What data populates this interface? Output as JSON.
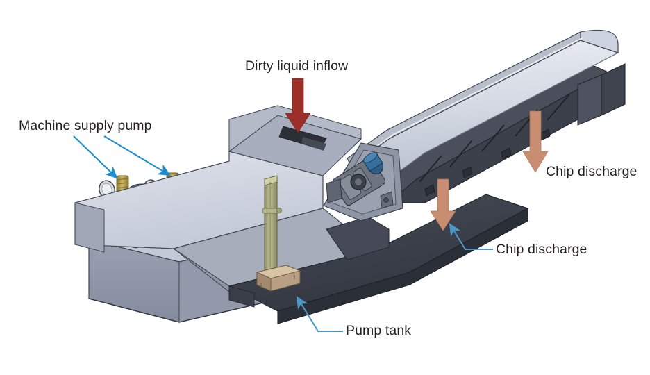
{
  "diagram": {
    "title": "Chip conveyor and coolant pump tank assembly",
    "view": "3D isometric CAD illustration",
    "background_color": "#ffffff"
  },
  "labels": {
    "dirty_liquid_inflow": "Dirty liquid inflow",
    "machine_supply_pump": "Machine supply pump",
    "chip_discharge_right": "Chip discharge",
    "chip_discharge_bottom": "Chip discharge",
    "pump_tank": "Pump tank"
  },
  "colors": {
    "label_text": "#231f20",
    "leader_line": "#1b8ed1",
    "leader_line_light": "#5a9fc4",
    "inflow_arrow": "#9c3028",
    "discharge_arrow": "#c98d72",
    "body_light": "#c9cdd8",
    "body_mid": "#9aa0b0",
    "body_dark": "#3a3f4a",
    "cover_top": "#d6dae4",
    "motor_dark": "#3c3f45",
    "brass": "#b09a4e",
    "valve_red": "#8e1f1f",
    "post_olive": "#a8a87c",
    "base_tan": "#c4a98c"
  },
  "annotations": [
    {
      "name": "dirty-liquid-inflow",
      "type": "down-arrow",
      "color": "#9c3028",
      "points_to": "settling hopper inlet"
    },
    {
      "name": "machine-supply-pump",
      "type": "leader-arrows",
      "color": "#1b8ed1",
      "count": 2,
      "points_to": "two pump motors on tank lid"
    },
    {
      "name": "chip-discharge-right",
      "type": "down-arrow",
      "color": "#c98d72",
      "points_to": "conveyor upper discharge end"
    },
    {
      "name": "chip-discharge-bottom",
      "type": "down-arrow",
      "color": "#c98d72",
      "points_to": "conveyor mid discharge chute"
    },
    {
      "name": "pump-tank",
      "type": "leader-arrow",
      "color": "#5a9fc4",
      "points_to": "rectangular pump reservoir"
    }
  ]
}
